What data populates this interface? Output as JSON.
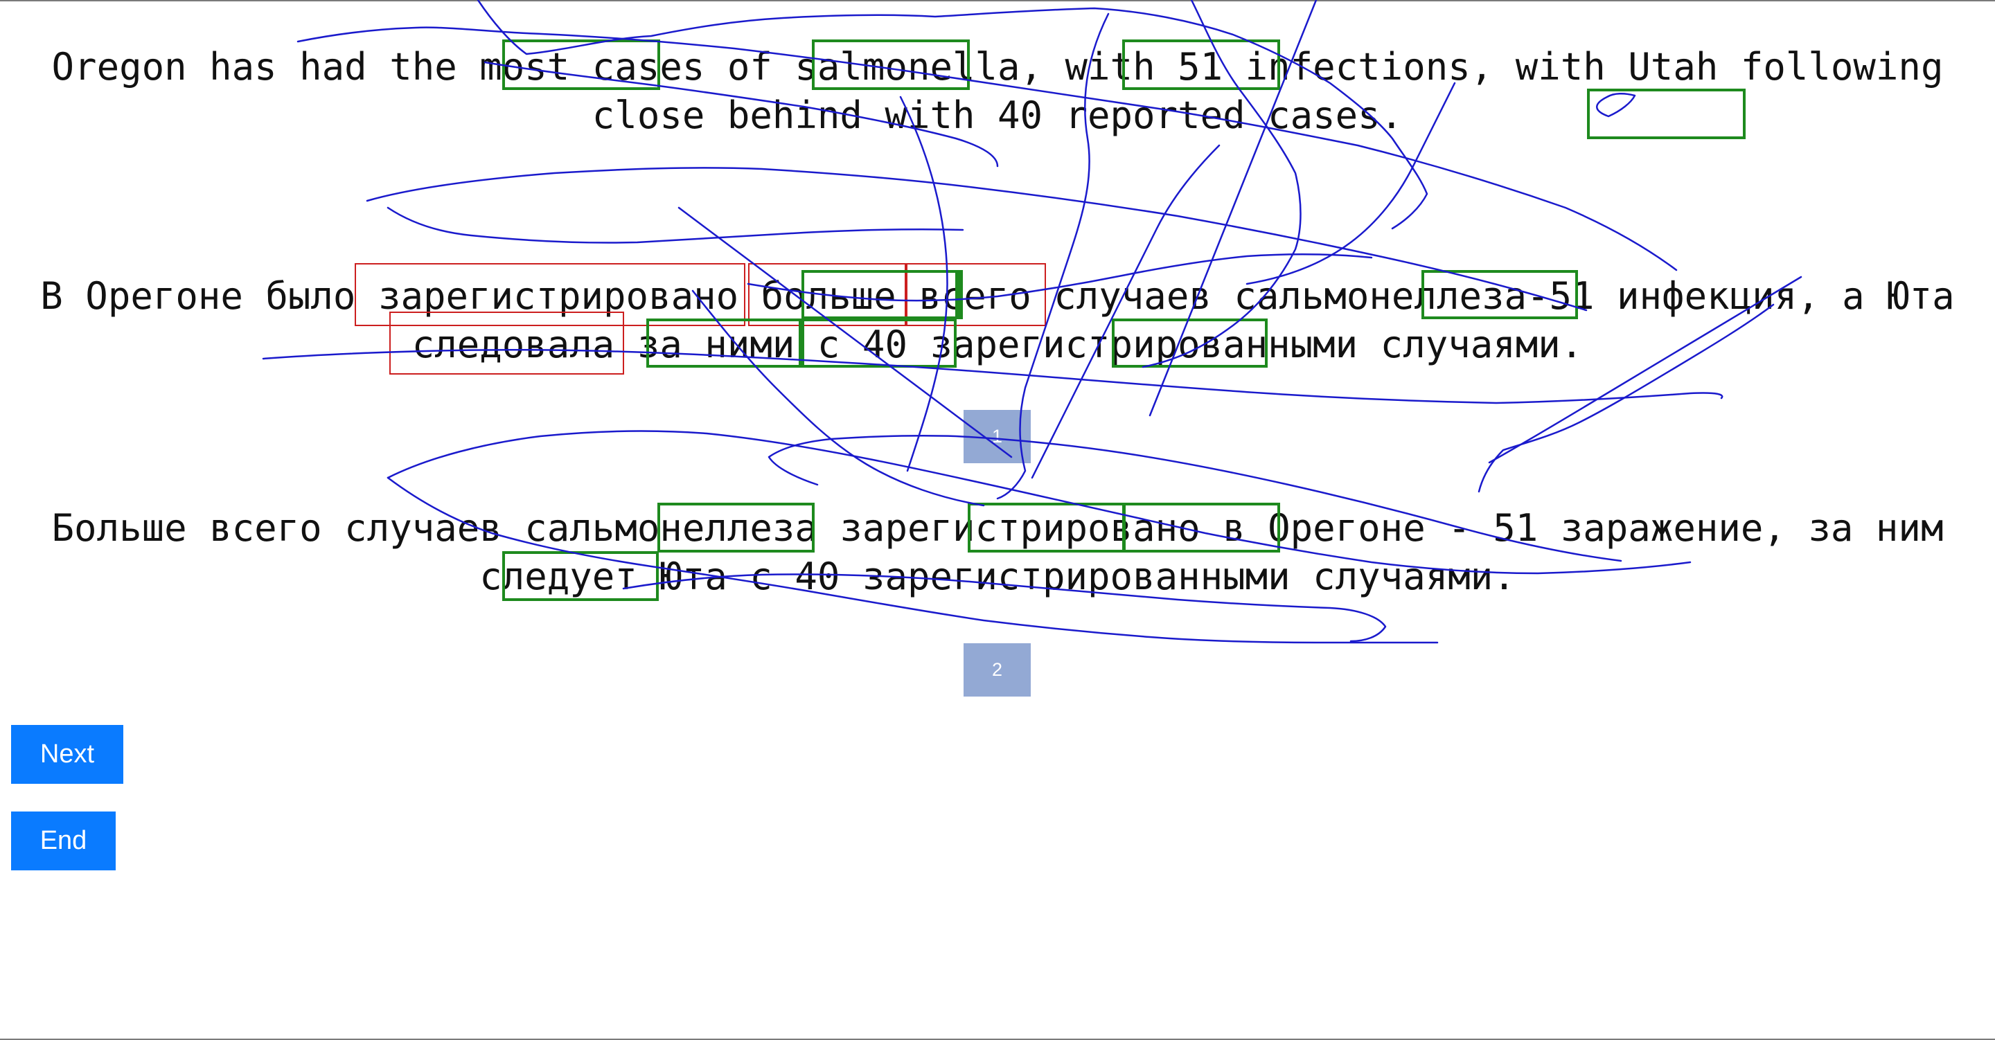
{
  "sentences": {
    "english": "Oregon has had the most cases of salmonella, with 51 infections, with Utah following\nclose behind with 40 reported cases.",
    "translation_1": "В Орегоне было зарегистрировано больше всего случаев сальмонеллеза-51 инфекция, а Юта\nследовала за ними с 40 зарегистрированными случаями.",
    "translation_2": "Больше всего случаев сальмонеллеза зарегистрировано в Орегоне - 51 заражение, за ним\nследует Юта с 40 зарегистрированными случаями."
  },
  "badges": {
    "first": "1",
    "second": "2"
  },
  "buttons": {
    "next": "Next",
    "end": "End"
  },
  "colors": {
    "highlight_box": "#1e8a1e",
    "error_box": "#cc1f1f",
    "annotation_stroke": "#1a1acc",
    "button": "#0a7bff",
    "badge": "#93a9d4"
  }
}
